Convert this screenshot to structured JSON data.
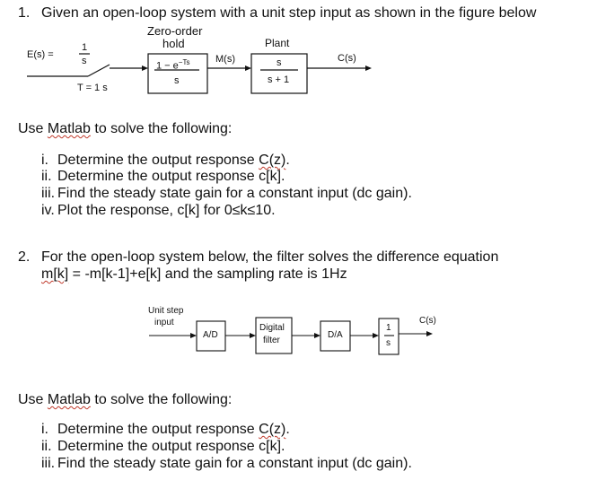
{
  "q1": {
    "number": "1.",
    "title": "Given an open-loop system with a unit step input as shown in the figure below",
    "diagram": {
      "zoh_label_line1": "Zero-order",
      "zoh_label_line2": "hold",
      "plant_label": "Plant",
      "input_label": "E(s) =",
      "input_num": "1",
      "input_den": "s",
      "sampler_label": "T = 1 s",
      "zoh_num": "1 − e",
      "zoh_exp": "−Ts",
      "zoh_den": "s",
      "ms_label": "M(s)",
      "plant_num": "s",
      "plant_den": "s + 1",
      "output_label": "C(s)"
    },
    "use_prefix": "Use ",
    "use_matlab": "Matlab",
    "use_suffix": " to solve the following:",
    "items": [
      {
        "marker": "i.",
        "pre": "Determine the output response ",
        "sq": "C(z)",
        "post": "."
      },
      {
        "marker": "ii.",
        "text": "Determine the output response c[k]."
      },
      {
        "marker": "iii.",
        "text": "Find the steady state gain for a constant input (dc gain)."
      },
      {
        "marker": "iv.",
        "text": "Plot the response, c[k] for 0≤k≤10."
      }
    ]
  },
  "q2": {
    "number": "2.",
    "title_line1": "For the open-loop system below, the filter solves the difference equation",
    "title_line2_sq": "m[k]",
    "title_line2_rest": " = -m[k-1]+e[k] and the sampling rate is 1Hz",
    "diagram": {
      "input_line1": "Unit step",
      "input_line2": "input",
      "ad_label": "A/D",
      "filter_line1": "Digital",
      "filter_line2": "filter",
      "da_label": "D/A",
      "int_num": "1",
      "int_den": "s",
      "output_label": "C(s)"
    },
    "use_prefix": "Use ",
    "use_matlab": "Matlab",
    "use_suffix": " to solve the following:",
    "items": [
      {
        "marker": "i.",
        "pre": "Determine the output response ",
        "sq": "C(z)",
        "post": "."
      },
      {
        "marker": "ii.",
        "text": "Determine the output response c[k]."
      },
      {
        "marker": "iii.",
        "text": "Find the steady state gain for a constant input (dc gain)."
      }
    ]
  }
}
